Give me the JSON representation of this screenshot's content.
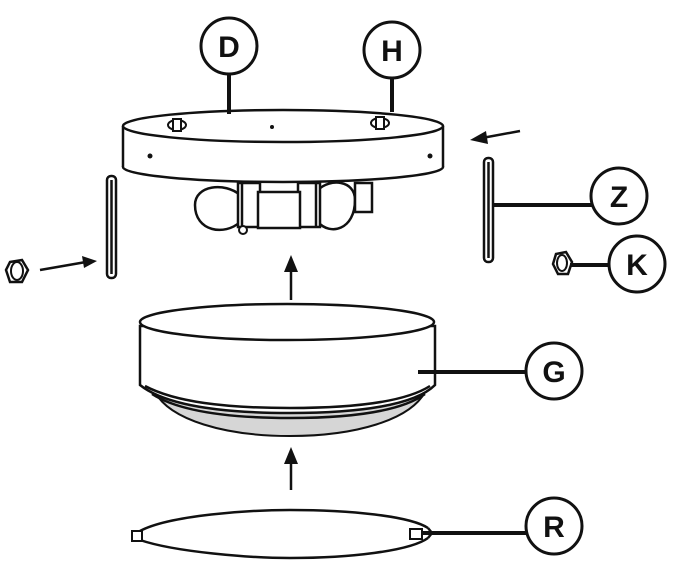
{
  "callouts": {
    "D": "D",
    "H": "H",
    "Z": "Z",
    "K": "K",
    "G": "G",
    "R": "R"
  }
}
